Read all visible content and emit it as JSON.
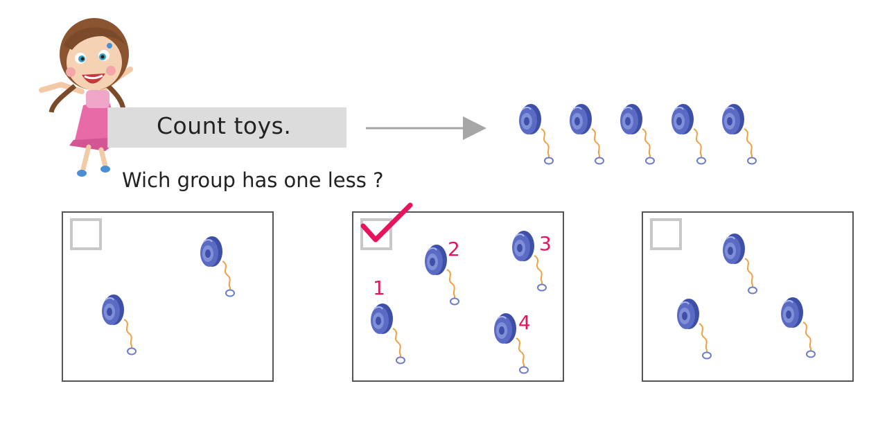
{
  "instruction": "Count toys.",
  "question": "Wich group has one less ?",
  "colors": {
    "banner": "#dcdcdc",
    "arrow": "#a6a6a6",
    "check": "#e6145a",
    "numbers": "#e6145a",
    "yoyo_body": "#5b6bc4",
    "yoyo_string": "#f0a040",
    "checkbox_border": "#c8c8c8"
  },
  "target_group": {
    "count": 5
  },
  "options": [
    {
      "count": 2,
      "checked": false,
      "labels": []
    },
    {
      "count": 4,
      "checked": true,
      "labels": [
        "1",
        "2",
        "3",
        "4"
      ]
    },
    {
      "count": 3,
      "checked": false,
      "labels": []
    }
  ],
  "icons": {
    "toy": "yoyo-icon",
    "mascot": "girl-illustration",
    "arrow": "arrow-right-icon",
    "check": "check-mark-icon"
  }
}
